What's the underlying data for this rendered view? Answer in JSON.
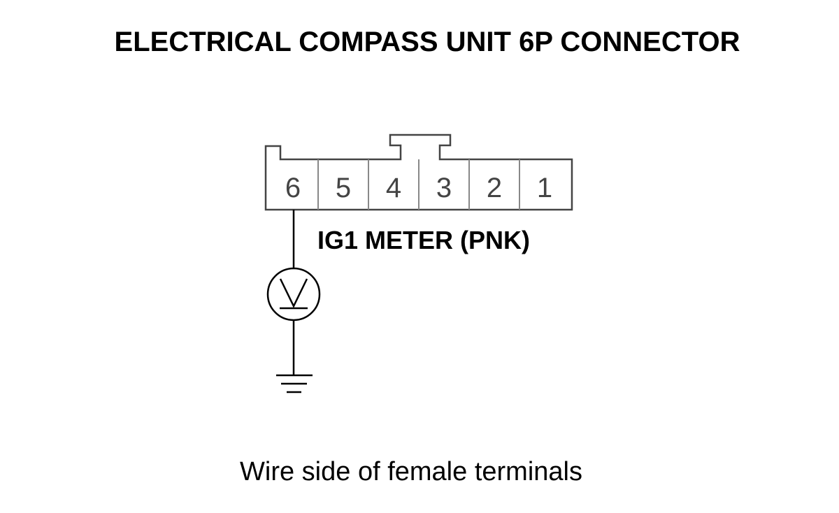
{
  "diagram": {
    "title": "ELECTRICAL COMPASS UNIT 6P CONNECTOR",
    "wire_label": "IG1 METER (PNK)",
    "caption": "Wire side of female terminals",
    "connector": {
      "terminals": [
        "6",
        "5",
        "4",
        "3",
        "2",
        "1"
      ]
    },
    "probe_terminal": "6",
    "meter_symbol": "V",
    "colors": {
      "line": "#000000",
      "connector_outline": "#444444",
      "background": "#ffffff"
    }
  }
}
